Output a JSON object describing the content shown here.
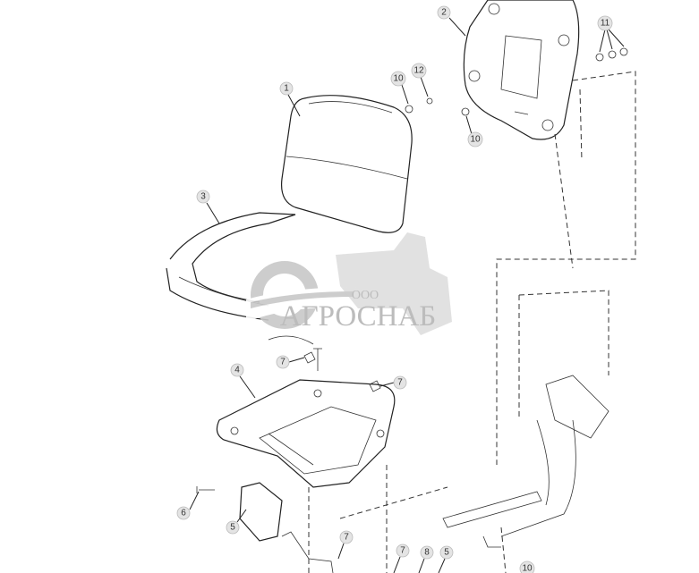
{
  "diagram": {
    "callouts": [
      {
        "label": "1"
      },
      {
        "label": "2"
      },
      {
        "label": "3"
      },
      {
        "label": "4"
      },
      {
        "label": "5"
      },
      {
        "label": "6"
      },
      {
        "label": "7"
      },
      {
        "label": "7"
      },
      {
        "label": "7"
      },
      {
        "label": "7"
      },
      {
        "label": "8"
      },
      {
        "label": "5"
      },
      {
        "label": "10"
      },
      {
        "label": "12"
      },
      {
        "label": "10"
      },
      {
        "label": "11"
      },
      {
        "label": "10"
      }
    ]
  },
  "watermark": {
    "prefix": "ООО",
    "name": "АГРОСНАБ"
  }
}
